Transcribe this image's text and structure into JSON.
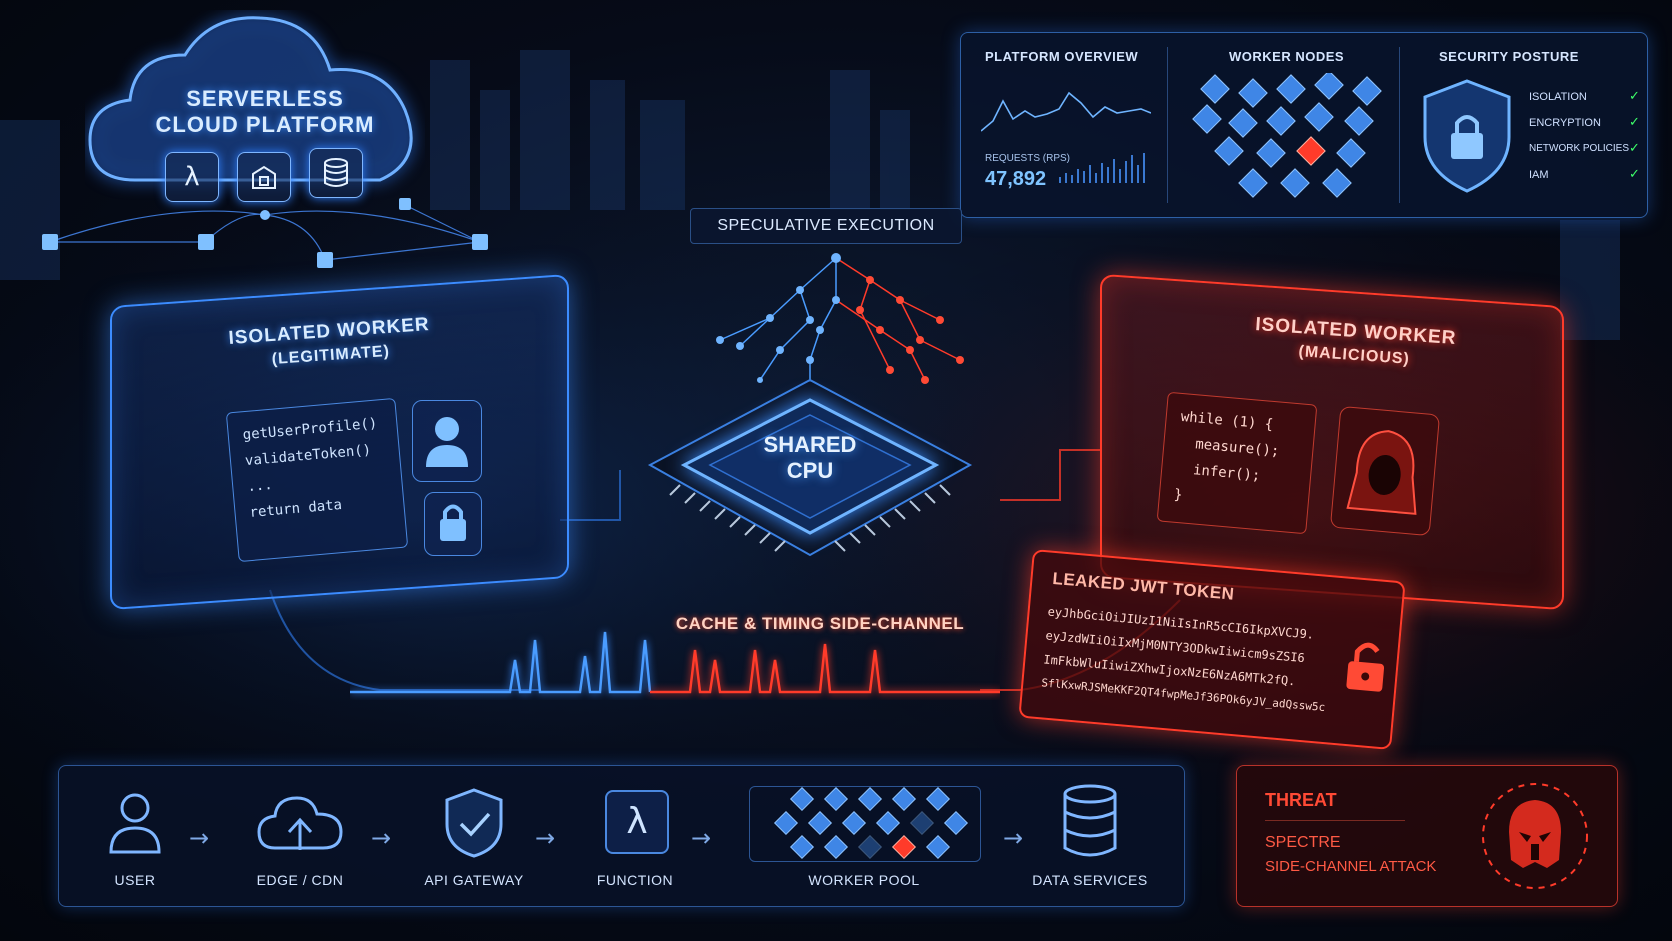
{
  "cloud": {
    "title_line1": "SERVERLESS",
    "title_line2": "CLOUD PLATFORM",
    "icons": [
      "lambda-icon",
      "container-icon",
      "database-icon"
    ]
  },
  "dashboard": {
    "overview": {
      "title": "PLATFORM OVERVIEW",
      "metric_label": "REQUESTS (RPS)",
      "metric_value": "47,892"
    },
    "nodes": {
      "title": "WORKER NODES"
    },
    "security": {
      "title": "SECURITY POSTURE",
      "items": [
        "ISOLATION",
        "ENCRYPTION",
        "NETWORK POLICIES",
        "IAM"
      ]
    }
  },
  "speculative_label": "SPECULATIVE EXECUTION",
  "cpu_label_line1": "SHARED",
  "cpu_label_line2": "CPU",
  "worker_legit": {
    "title": "ISOLATED WORKER",
    "subtitle": "(LEGITIMATE)",
    "code": [
      "getUserProfile()",
      "validateToken()",
      "...",
      "return data"
    ]
  },
  "worker_malicious": {
    "title": "ISOLATED WORKER",
    "subtitle": "(MALICIOUS)",
    "code": [
      "while (1) {",
      "  measure();",
      "  infer();",
      "}"
    ]
  },
  "cache_label": "CACHE & TIMING SIDE-CHANNEL",
  "jwt": {
    "title": "LEAKED JWT TOKEN",
    "lines": [
      "eyJhbGciOiJIUzI1NiIsInR5cCI6IkpXVCJ9.",
      "eyJzdWIiOiIxMjM0NTY3ODkwIiwicm9sZSI6",
      "ImFkbWluIiwiZXhwIjoxNzE6NzA6MTk2fQ.",
      "SflKxwRJSMeKKF2QT4fwpMeJf36POk6yJV_adQssw5c"
    ]
  },
  "pipeline": {
    "steps": [
      "USER",
      "EDGE / CDN",
      "API GATEWAY",
      "FUNCTION",
      "WORKER POOL",
      "DATA SERVICES"
    ]
  },
  "threat": {
    "label": "THREAT",
    "name_line1": "SPECTRE",
    "name_line2": "SIDE-CHANNEL ATTACK"
  },
  "colors": {
    "blue_accent": "#3c8cff",
    "red_accent": "#ff3b2a",
    "check_green": "#3dff6a"
  }
}
